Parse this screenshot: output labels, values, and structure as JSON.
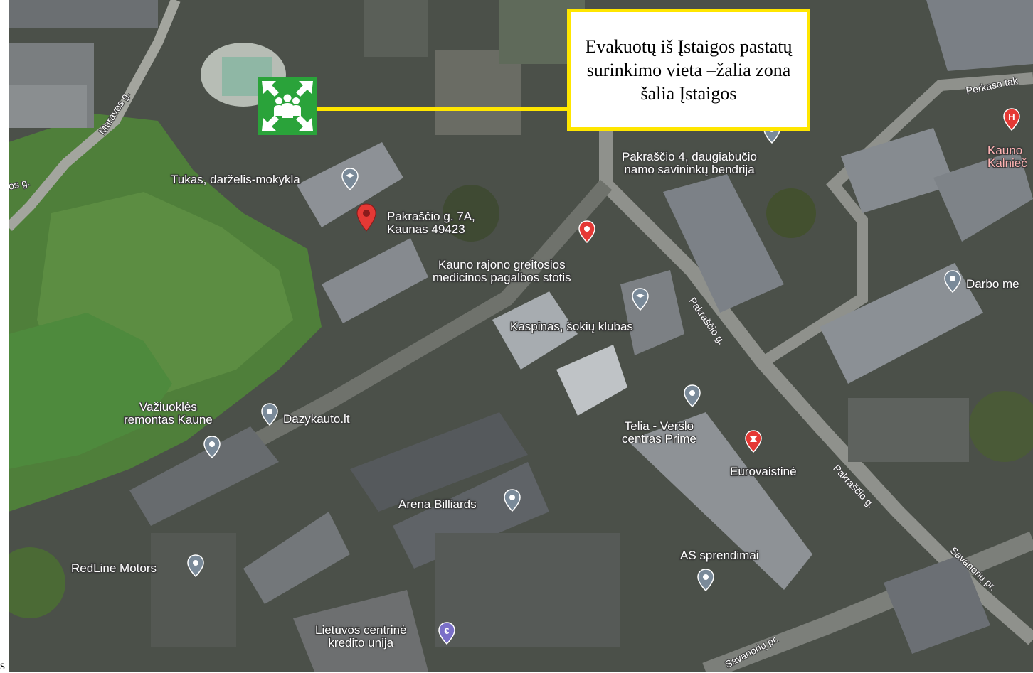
{
  "callout": {
    "text": "Evakuotų iš Įstaigos pastatų surinkimo vieta –žalia zona šalia Įstaigos"
  },
  "colors": {
    "callout_border": "#ffe600",
    "assembly_sign": "#2aa33a",
    "pin_red": "#e53935",
    "pin_gray": "#7a8a99"
  },
  "assembly_icon": "assembly-point-icon",
  "places": {
    "tukas": "Tukas, darželis-mokykla",
    "address_line1": "Pakraščio g. 7A,",
    "address_line2": "Kaunas 49423",
    "bendrija_line1": "Pakraščio 4, daugiabučio",
    "bendrija_line2": "namo savininkų bendrija",
    "greitoji_line1": "Kauno rajono greitosios",
    "greitoji_line2": "medicinos pagalbos stotis",
    "kaspinas": "Kaspinas, šokių klubas",
    "vaziuokles_line1": "Važiuoklės",
    "vaziuokles_line2": "remontas Kaune",
    "dazykauto": "Dazykauto.lt",
    "telia_line1": "Telia - Verslo",
    "telia_line2": "centras Prime",
    "eurovaistine": "Eurovaistinė",
    "arena": "Arena Billiards",
    "redline": "RedLine Motors",
    "as_sprendimai": "AS sprendimai",
    "lietuvos_line1": "Lietuvos centrinė",
    "lietuvos_line2": "kredito unija",
    "kauno_kalnieciu_line1": "Kauno",
    "kauno_kalnieciu_line2": "Kalnieč",
    "darbo": "Darbo me"
  },
  "streets": {
    "muravos": "Muravos g.",
    "os": "os g.",
    "perkaso": "Perkaso tak",
    "pakrascio1": "Pakraščio g.",
    "pakrascio2": "Pakraščio g.",
    "savanoriu1": "Savanorių pr.",
    "savanoriu2": "Savanorių pr."
  },
  "stray_text": "s"
}
